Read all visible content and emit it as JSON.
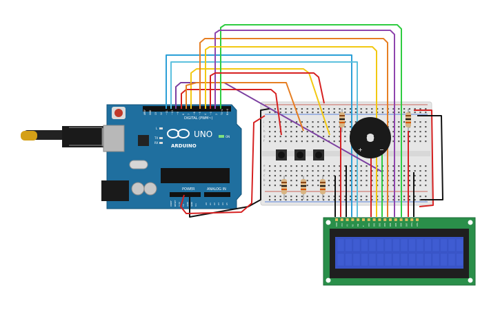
{
  "arduino": {
    "brand": "ARDUINO",
    "model": "UNO",
    "header_digital": "DIGITAL (PWM~)",
    "header_power": "POWER",
    "header_analog": "ANALOG IN",
    "led_on": "ON",
    "led_tx": "TX",
    "led_rx": "RX",
    "led_l": "L",
    "pin_labels_digital": [
      "AREF",
      "GND",
      "13",
      "12",
      "~11",
      "~10",
      "~9",
      "8",
      "7",
      "~6",
      "~5",
      "4",
      "~3",
      "2",
      "TX→1",
      "RX←0"
    ],
    "pin_labels_power": [
      "IOREF",
      "RESET",
      "3.3V",
      "5V",
      "GND",
      "GND",
      "Vin"
    ],
    "pin_labels_analog": [
      "A0",
      "A1",
      "A2",
      "A3",
      "A4",
      "A5"
    ]
  },
  "breadboard": {
    "row_letters_top": [
      "j",
      "i",
      "h",
      "g",
      "f"
    ],
    "row_letters_bottom": [
      "e",
      "d",
      "c",
      "b",
      "a"
    ]
  },
  "buzzer": {
    "plus": "+",
    "minus": "−"
  },
  "lcd": {
    "pin_labels": [
      "GND",
      "VCC",
      "V0",
      "RS",
      "RW",
      "E",
      "DB0",
      "DB1",
      "DB2",
      "DB3",
      "DB4",
      "DB5",
      "DB6",
      "DB7",
      "LED+",
      "LED−"
    ]
  },
  "colors": {
    "board": "#1f6f9f",
    "breadboard": "#e6e6e6",
    "lcd_pcb": "#2a8f4a",
    "lcd_screen": "#3a55c8"
  }
}
